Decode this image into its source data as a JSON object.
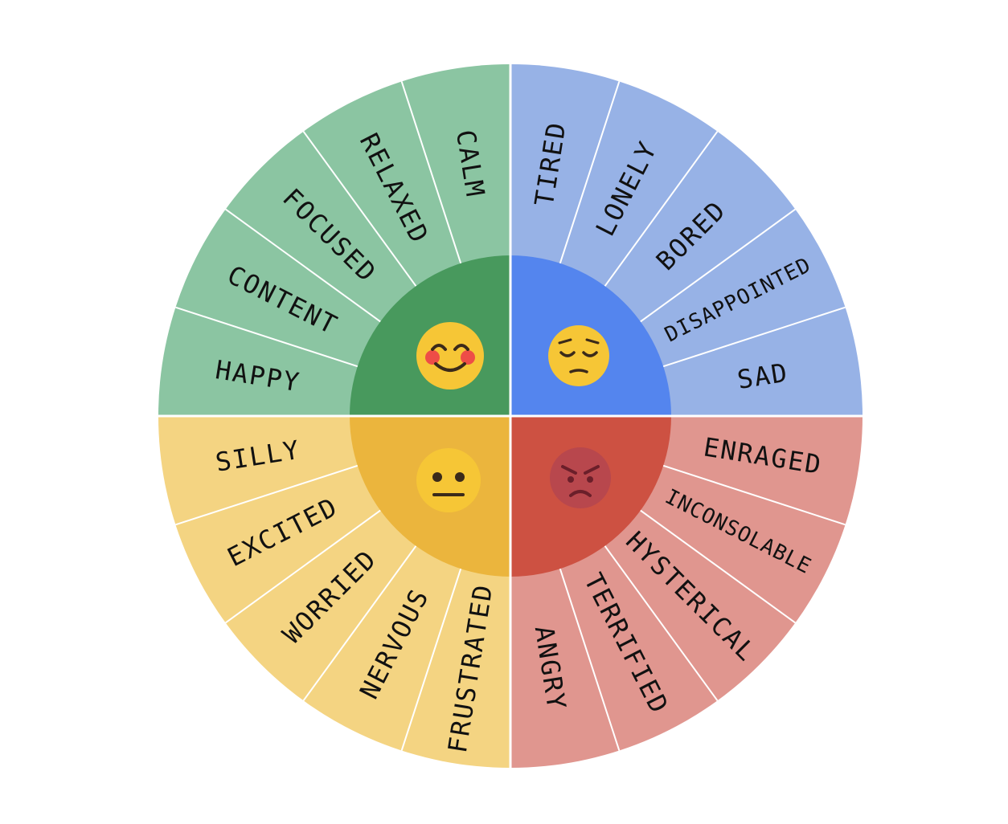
{
  "colors": {
    "background": "#ffffff",
    "divider": "#ffffff",
    "green_outer": "#8bc5a2",
    "green_inner": "#48995d",
    "blue_outer": "#97b2e6",
    "blue_inner": "#5485ee",
    "red_outer": "#e0968f",
    "red_inner": "#cd5142",
    "yellow_outer": "#f4d482",
    "yellow_inner": "#ebb53d",
    "emoji_face": "#f6c636",
    "emoji_feature": "#3b2a1a",
    "emoji_blush": "#ee4d47",
    "emoji_angry_face": "#b8474d",
    "emoji_angry_dark": "#6b1f2a"
  },
  "quadrants": [
    {
      "key": "green",
      "emoji": "smiling-blushing-face-icon",
      "words": [
        "HAPPY",
        "CONTENT",
        "FOCUSED",
        "RELAXED",
        "CALM"
      ]
    },
    {
      "key": "blue",
      "emoji": "pensive-face-icon",
      "words": [
        "TIRED",
        "LONELY",
        "BORED",
        "DISAPPOINTED",
        "SAD"
      ]
    },
    {
      "key": "red",
      "emoji": "angry-face-icon",
      "words": [
        "ENRAGED",
        "INCONSOLABLE",
        "HYSTERICAL",
        "TERRIFIED",
        "ANGRY"
      ]
    },
    {
      "key": "yellow",
      "emoji": "neutral-face-icon",
      "words": [
        "FRUSTRATED",
        "NERVOUS",
        "WORRIED",
        "EXCITED",
        "SILLY"
      ]
    }
  ]
}
